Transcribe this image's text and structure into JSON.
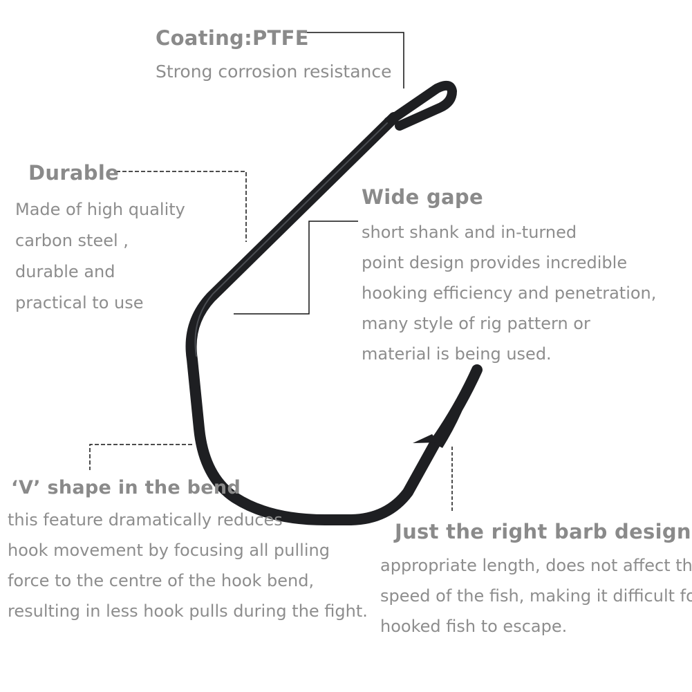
{
  "coating": {
    "title": "Coating:PTFE",
    "desc": "Strong corrosion resistance"
  },
  "durable": {
    "title": "Durable",
    "lines": [
      "Made of high quality",
      "carbon steel ,",
      " durable and",
      "practical to use"
    ]
  },
  "wide_gape": {
    "title": "Wide gape",
    "lines": [
      "short shank and in-turned",
      "point design provides incredible",
      "hooking efficiency and penetration,",
      "many style of rig pattern or",
      "material is being used."
    ]
  },
  "v_shape": {
    "title": "‘V’  shape in the bend",
    "lines": [
      " this feature dramatically reduces",
      "hook movement by focusing all pulling",
      "force to the centre of the hook bend,",
      "resulting in less hook pulls during the fight."
    ]
  },
  "barb": {
    "title": "Just the right barb design",
    "lines": [
      "appropriate length, does not affect the",
      "speed of the fish, making it difficult for the",
      "hooked fish to escape."
    ]
  },
  "colors": {
    "hook": "#1e1f22",
    "text": "#8d8d8d",
    "leader": "#111111"
  }
}
